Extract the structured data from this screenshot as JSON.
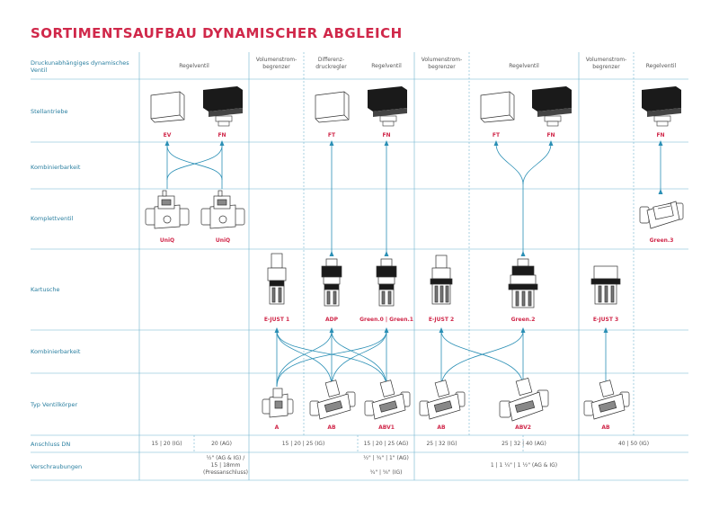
{
  "title": "SORTIMENTSAUFBAU DYNAMISCHER ABGLEICH",
  "rows": {
    "header": "Druckunabhängiges dynamisches Ventil",
    "stellantriebe": "Stellantriebe",
    "kombinierbarkeit1": "Kombinierbarkeit",
    "komplettventil": "Komplettventil",
    "kartusche": "Kartusche",
    "kombinierbarkeit2": "Kombinierbarkeit",
    "ventilkoerper": "Typ Ventilkörper",
    "anschluss": "Anschluss DN",
    "verschraubungen": "Verschraubungen"
  },
  "headers": {
    "regelventil1": "Regelventil",
    "volumenstrom1": "Volumenstrom-\nbegrenzer",
    "differenz": "Differenz-\ndruckregler",
    "regelventil2": "Regelventil",
    "volumenstrom2": "Volumenstrom-\nbegrenzer",
    "regelventil3": "Regelventil",
    "volumenstrom3": "Volumenstrom-\nbegrenzer",
    "regelventil4": "Regelventil"
  },
  "actuators": {
    "ev1": "EV",
    "fn1": "FN",
    "ft1": "FT",
    "fn2": "FN",
    "ft2": "FT",
    "fn3": "FN",
    "fn4": "FN"
  },
  "complete_valves": {
    "uniq1": "UniQ",
    "uniq2": "UniQ",
    "green3": "Green.3"
  },
  "cartridges": {
    "ejust1": "E-JUST 1",
    "adp": "ADP",
    "green01": "Green.0  |  Green.1",
    "ejust2": "E-JUST 2",
    "green2": "Green.2",
    "ejust3": "E-JUST 3"
  },
  "bodies": {
    "a": "A",
    "ab1": "AB",
    "abv1": "ABV1",
    "ab2": "AB",
    "abv2": "ABV2",
    "ab3": "AB"
  },
  "anschluss": {
    "c1": "15  |  20  (IG)",
    "c2": "20  (AG)",
    "c3": "15  |  20  |  25  (IG)",
    "c4": "15  |  20  |  25  (AG)",
    "c5": "25  |  32  (IG)",
    "c6": "25  |  32  |  40  (AG)",
    "c7": "40  |  50  (IG)"
  },
  "verschraubungen": {
    "c1": "½\"  (AG & IG)  /\n15  |  18mm\n(Pressanschluss)",
    "c2": "½\"  |  ¾\"  |  1\"  (AG)\n\n¾\"  |  ⅝\"  (IG)",
    "c3": "1  |  1 ¼\"  |  1 ½\"  (AG & IG)"
  },
  "colors": {
    "accent": "#d0284a",
    "line": "#2a8fb5",
    "grid": "#6fb3cf"
  }
}
